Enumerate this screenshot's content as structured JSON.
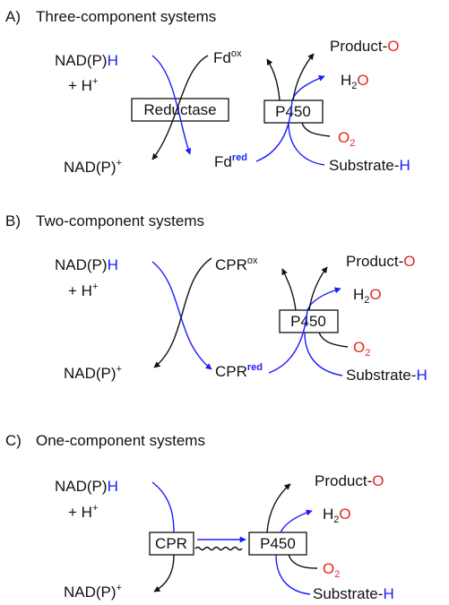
{
  "colors": {
    "black": "#111111",
    "blue": "#1a1aff",
    "red": "#e8261c"
  },
  "sections": [
    {
      "label": "A)",
      "title": "Three-component systems",
      "donor": "NAD(P)",
      "donor_h": "H",
      "proton": "+ H",
      "proton_sup": "+",
      "oxidized": "NAD(P)",
      "oxidized_sup": "+",
      "enzyme1": "Reductase",
      "carrier_ox": "Fd",
      "carrier_ox_sup": "ox",
      "carrier_red": "Fd",
      "carrier_red_sup": "red",
      "enzyme2": "P450",
      "product": "Product-",
      "product_o": "O",
      "water_h": "H",
      "water_2": "2",
      "water_o": "O",
      "oxygen_o": "O",
      "oxygen_2": "2",
      "substrate": "Substrate-",
      "substrate_h": "H"
    },
    {
      "label": "B)",
      "title": "Two-component systems",
      "donor": "NAD(P)",
      "donor_h": "H",
      "proton": "+ H",
      "proton_sup": "+",
      "oxidized": "NAD(P)",
      "oxidized_sup": "+",
      "carrier_ox": "CPR",
      "carrier_ox_sup": "ox",
      "carrier_red": "CPR",
      "carrier_red_sup": "red",
      "enzyme2": "P450",
      "product": "Product-",
      "product_o": "O",
      "water_h": "H",
      "water_2": "2",
      "water_o": "O",
      "oxygen_o": "O",
      "oxygen_2": "2",
      "substrate": "Substrate-",
      "substrate_h": "H"
    },
    {
      "label": "C)",
      "title": "One-component systems",
      "donor": "NAD(P)",
      "donor_h": "H",
      "proton": "+ H",
      "proton_sup": "+",
      "oxidized": "NAD(P)",
      "oxidized_sup": "+",
      "enzyme1": "CPR",
      "enzyme2": "P450",
      "product": "Product-",
      "product_o": "O",
      "water_h": "H",
      "water_2": "2",
      "water_o": "O",
      "oxygen_o": "O",
      "oxygen_2": "2",
      "substrate": "Substrate-",
      "substrate_h": "H"
    }
  ]
}
